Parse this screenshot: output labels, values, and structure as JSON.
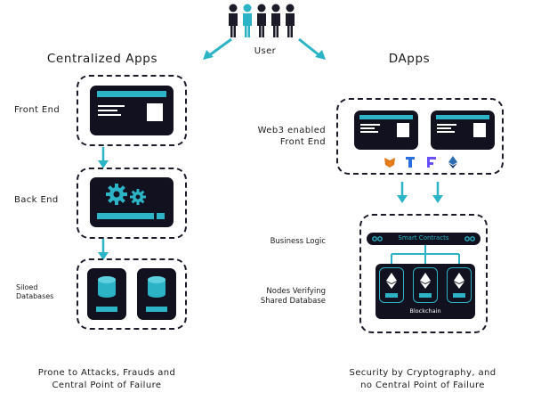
{
  "user": {
    "label": "User"
  },
  "left": {
    "title": "Centralized Apps",
    "front_end": "Front End",
    "back_end": "Back End",
    "databases": "Siloed\nDatabases",
    "caption": "Prone to Attacks, Frauds and\nCentral Point of Failure"
  },
  "right": {
    "title": "DApps",
    "front_end": "Web3 enabled\nFront End",
    "business_logic": "Business Logic",
    "nodes": "Nodes Verifying\nShared Database",
    "smart_contracts": "Smart Contracts",
    "blockchain": "Blockchain",
    "caption": "Security by Cryptography, and\nno Central Point of Failure"
  },
  "colors": {
    "accent": "#2cb3c5",
    "dark": "#11111f"
  }
}
